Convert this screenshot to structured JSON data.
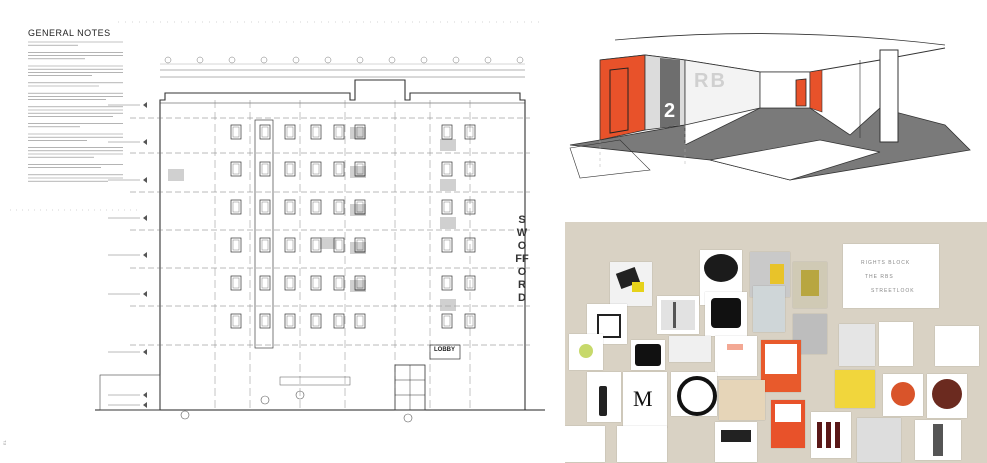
{
  "drawing": {
    "notes_title": "GENERAL NOTES",
    "street_name": "SWOFFORD",
    "lobby_label": "LOBBY"
  },
  "sketch": {
    "wall_number": "2",
    "wall_letters": "RB"
  },
  "board": {
    "note_card_lines": [
      "RIGHTS BLOCK",
      "THE RBS",
      "STREETLOOK"
    ]
  },
  "colors": {
    "accent_orange": "#e8522a",
    "floor_gray": "#7a7a7a",
    "line_dark": "#333333",
    "board_background": "#d9d2c4"
  }
}
